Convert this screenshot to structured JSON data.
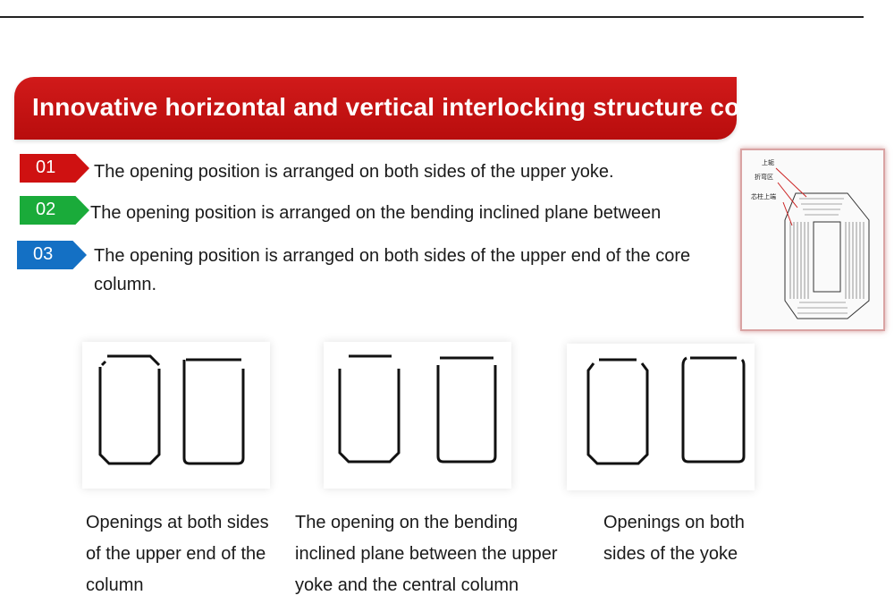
{
  "title": "Innovative horizontal and vertical interlocking structure core",
  "items": [
    {
      "number": "01",
      "text": "The opening position is arranged on both sides of the upper yoke.",
      "color": "#cf1111"
    },
    {
      "number": "02",
      "text": "The opening position is arranged on the bending inclined plane between",
      "color": "#1aab3a"
    },
    {
      "number": "03",
      "text": "The opening position is arranged on both sides of the upper end of the core column.",
      "color": "#1470c4"
    }
  ],
  "photo_labels": [
    "上轭",
    "折弯区",
    "芯柱上端"
  ],
  "diagrams": [
    {
      "caption": "Openings at both sides of the upper end of the column"
    },
    {
      "caption": "The opening on the bending inclined plane between the upper yoke and the central column"
    },
    {
      "caption": "Openings on both sides of the yoke"
    }
  ]
}
